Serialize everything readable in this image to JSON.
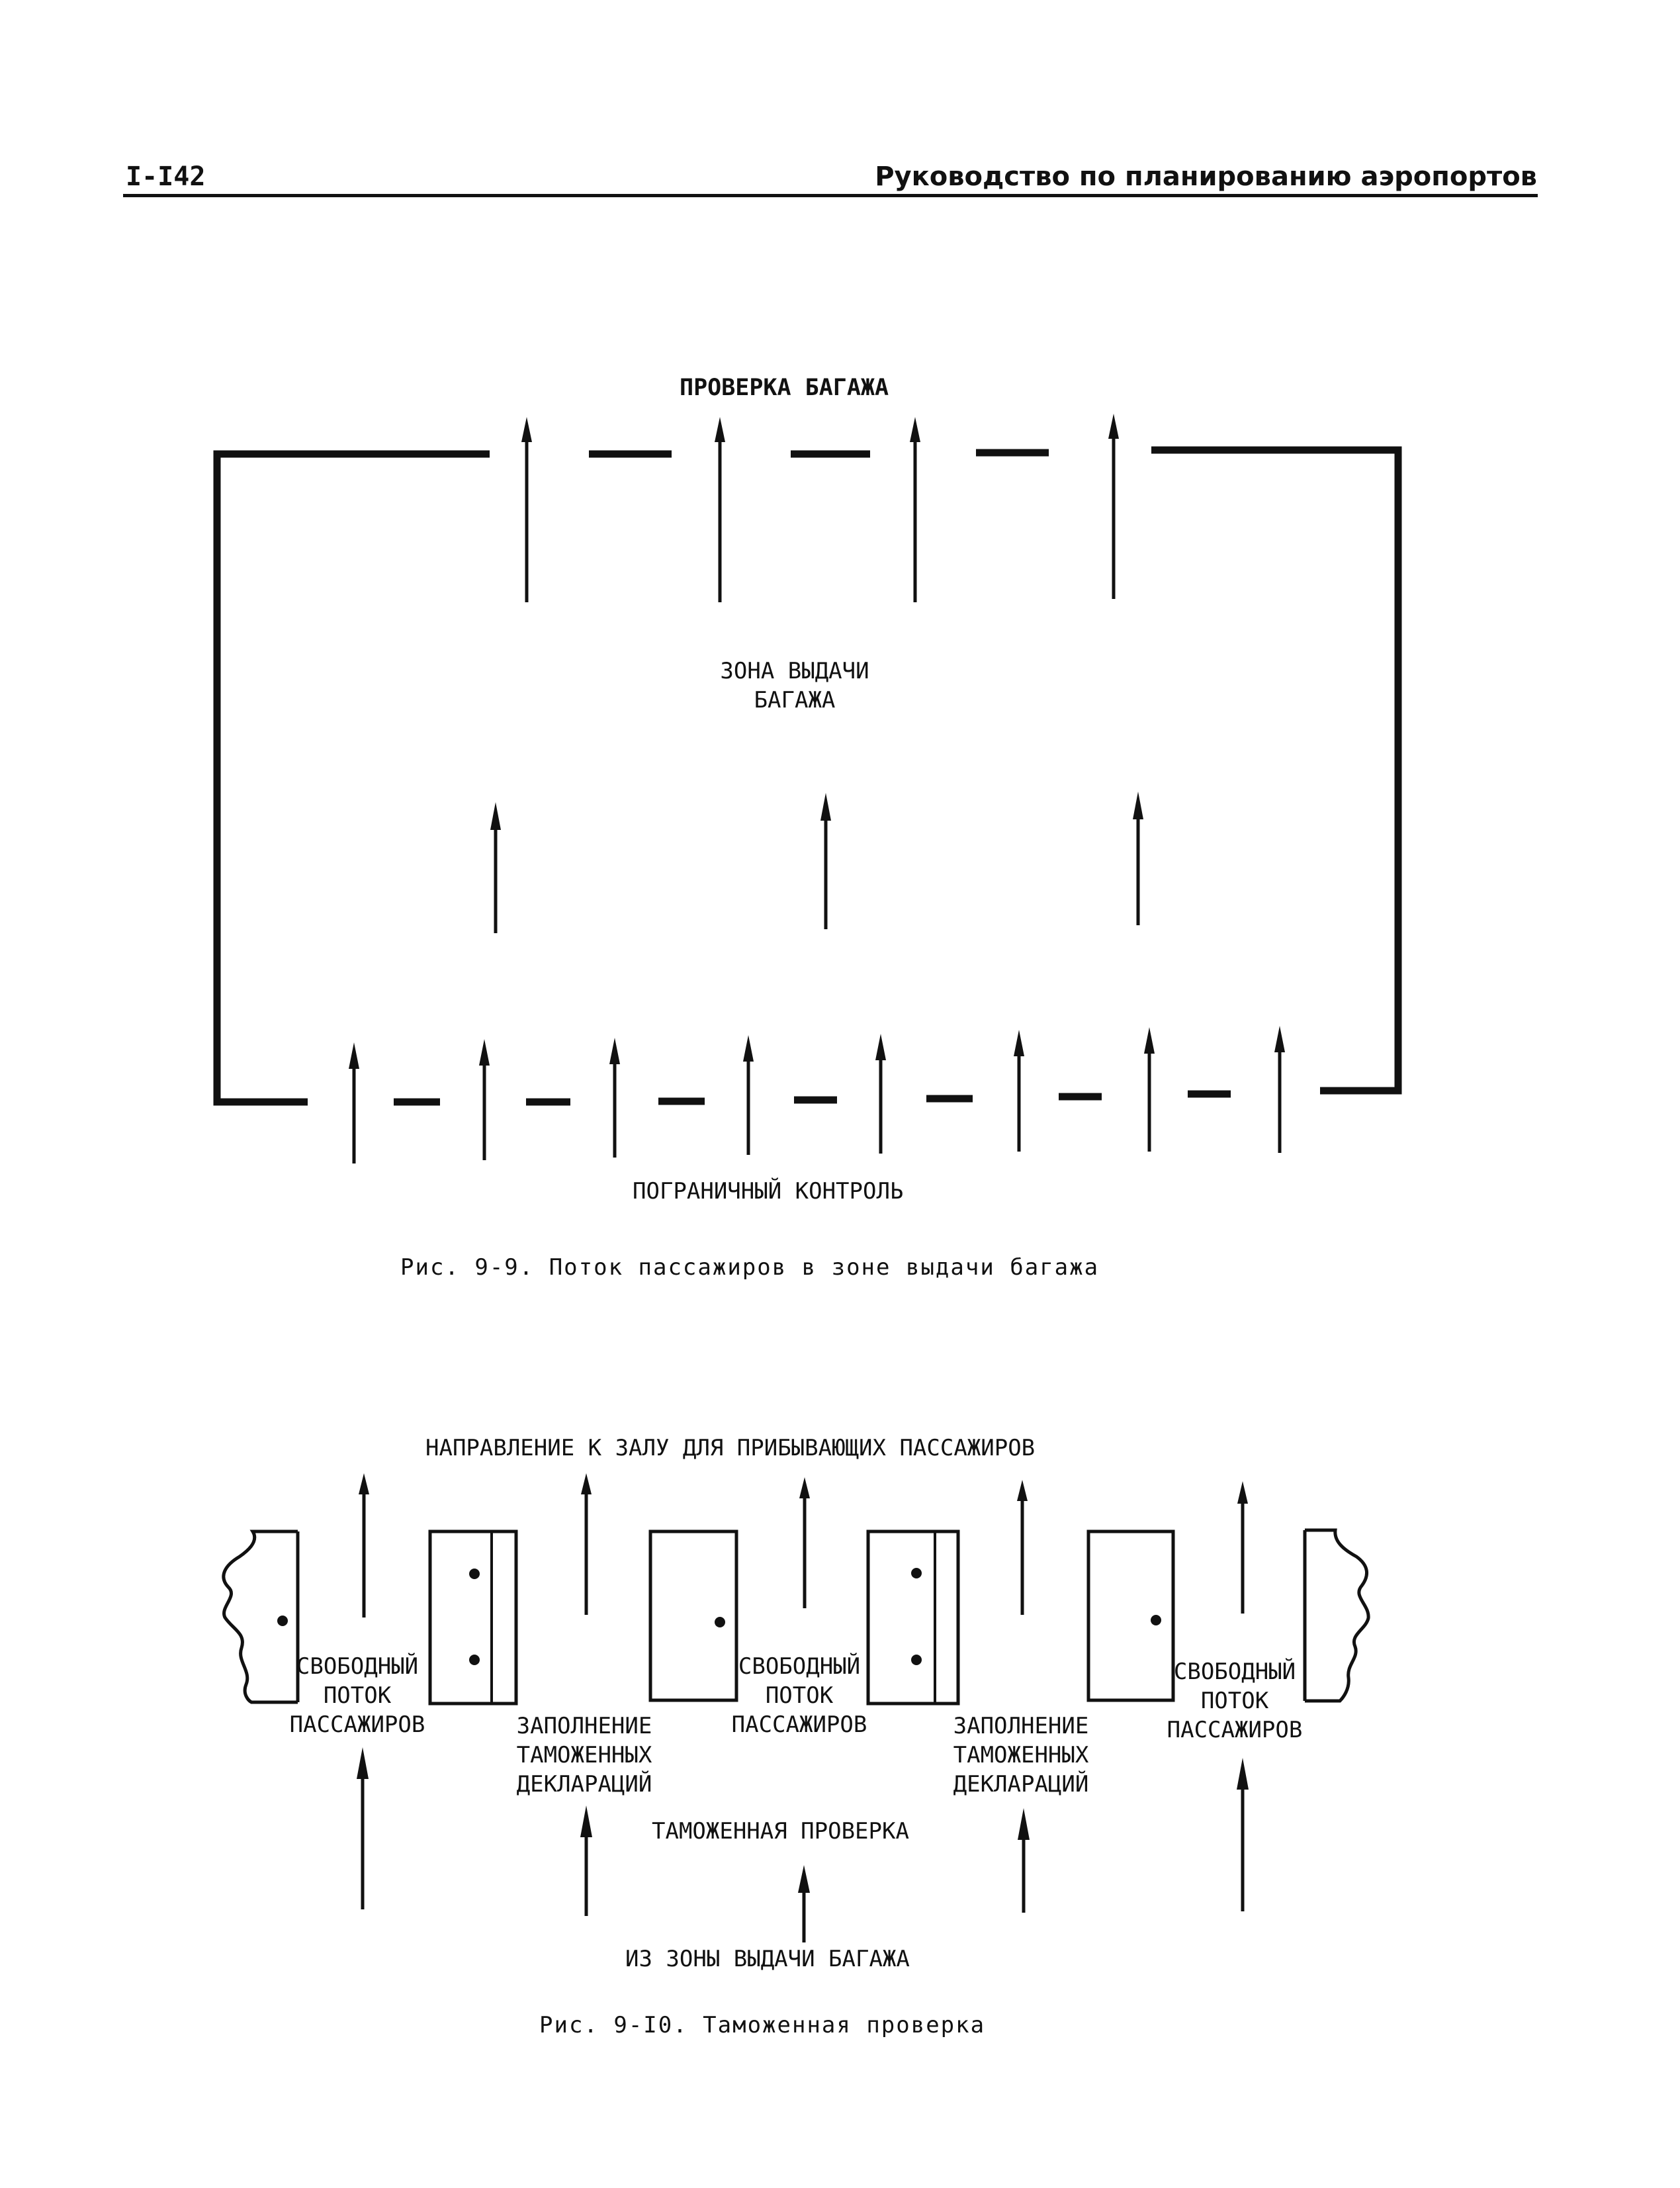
{
  "header": {
    "page_number": "I-I42",
    "running_title": "Руководство по планированию аэропортов"
  },
  "figure_9_9": {
    "top_label": "ПРОВЕРКА БАГАЖА",
    "zone_label_line1": "ЗОНА ВЫДАЧИ",
    "zone_label_line2": "БАГАЖА",
    "bottom_label": "ПОГРАНИЧНЫЙ КОНТРОЛЬ",
    "caption": "Рис. 9-9.  Поток пассажиров в зоне выдачи багажа"
  },
  "figure_9_10": {
    "top_label": "НАПРАВЛЕНИЕ К ЗАЛУ ДЛЯ  ПРИБЫВАЮЩИХ ПАССАЖИРОВ",
    "free_flow": [
      "СВОБОДНЫЙ",
      "ПОТОК",
      "ПАССАЖИРОВ"
    ],
    "declarations": [
      "ЗАПОЛНЕНИЕ",
      "ТАМОЖЕННЫХ",
      "ДЕКЛАРАЦИЙ"
    ],
    "customs_label": "ТАМОЖЕННАЯ ПРОВЕРКА",
    "from_zone_label": "ИЗ ЗОНЫ ВЫДАЧИ БАГАЖА",
    "caption": "Рис. 9-I0.  Таможенная проверка"
  }
}
